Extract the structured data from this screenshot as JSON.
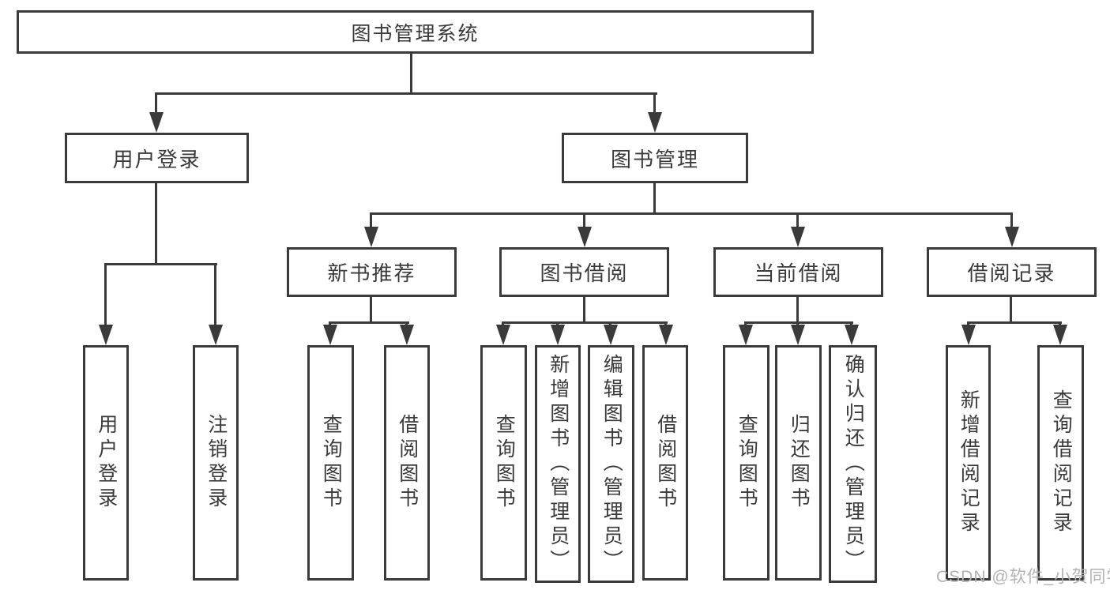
{
  "colors": {
    "line": "#3a3a3a",
    "text": "#3a3a3a",
    "watermark": "#b2b2b2",
    "background": "#ffffff"
  },
  "watermark": "CSDN @软件_小贺同学",
  "tree": {
    "label": "图书管理系统",
    "children": [
      {
        "label": "用户登录",
        "children": [
          {
            "label": "用户登录"
          },
          {
            "label": "注销登录"
          }
        ]
      },
      {
        "label": "图书管理",
        "children": [
          {
            "label": "新书推荐",
            "children": [
              {
                "label": "查询图书"
              },
              {
                "label": "借阅图书"
              }
            ]
          },
          {
            "label": "图书借阅",
            "children": [
              {
                "label": "查询图书"
              },
              {
                "label": "新增图书（管理员）"
              },
              {
                "label": "编辑图书（管理员）"
              },
              {
                "label": "借阅图书"
              }
            ]
          },
          {
            "label": "当前借阅",
            "children": [
              {
                "label": "查询图书"
              },
              {
                "label": "归还图书"
              },
              {
                "label": "确认归还（管理员）"
              }
            ]
          },
          {
            "label": "借阅记录",
            "children": [
              {
                "label": "新增借阅记录"
              },
              {
                "label": "查询借阅记录"
              }
            ]
          }
        ]
      }
    ]
  }
}
